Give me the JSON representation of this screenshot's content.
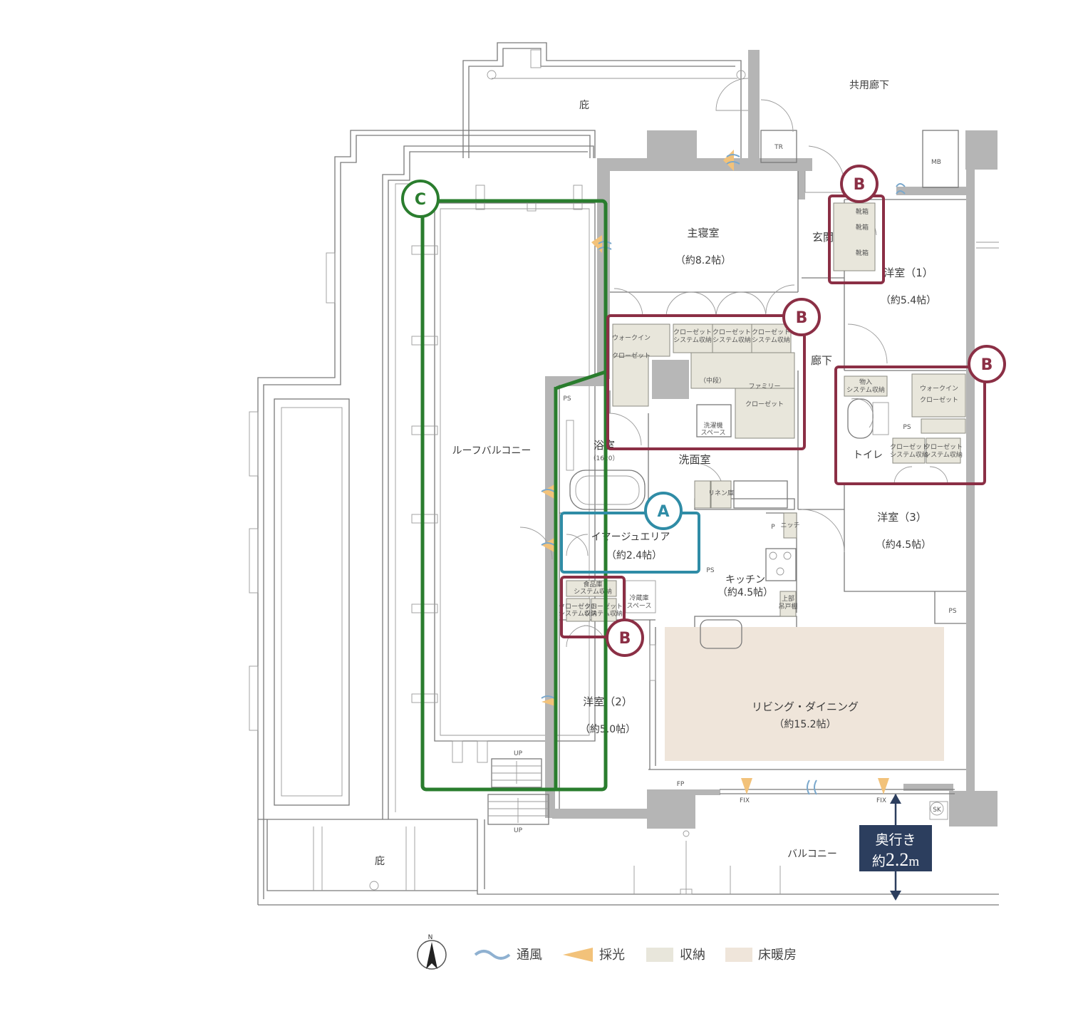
{
  "rooms": {
    "hisashi_top": "庇",
    "corridor_common": "共用廊下",
    "master_bedroom": "主寝室",
    "master_bedroom_size": "（約8.2帖）",
    "entrance": "玄関",
    "western1": "洋室（1）",
    "western1_size": "（約5.4帖）",
    "hallway": "廊下",
    "walkin1": "ウォークイン",
    "walkin1b": "クローゼット",
    "closet_sys": "クローゼット",
    "closet_sys_b": "システム収納",
    "chudan": "（中段）",
    "family": "ファミリー",
    "family_b": "クローゼット",
    "washer": "洗濯機",
    "washer_b": "スペース",
    "roof_balcony": "ルーフバルコニー",
    "bath": "浴室",
    "bath_size": "（1620）",
    "washroom": "洗面室",
    "linen": "リネン庫",
    "image_area": "イマージュエリア",
    "image_area_size": "（約2.4帖）",
    "kitchen": "キッチン",
    "kitchen_size": "（約4.5帖）",
    "pantry": "食品庫",
    "pantry_b": "システム収納",
    "fridge": "冷蔵庫",
    "fridge_b": "スペース",
    "western2": "洋室（2）",
    "western2_size": "（約5.0帖）",
    "living": "リビング・ダイニング",
    "living_size": "（約15.2帖）",
    "western3": "洋室（3）",
    "western3_size": "（約4.5帖）",
    "monoire": "物入",
    "monoire_b": "システム収納",
    "walkin2": "ウォークイン",
    "walkin2b": "クローゼット",
    "toilet": "トイレ",
    "balcony": "バルコニー",
    "hisashi_bottom": "庇",
    "niche": "ニッチ",
    "upper_cab": "上部",
    "upper_cab_b": "吊戸棚",
    "shoe": "靴箱"
  },
  "labels": {
    "tr": "TR",
    "mb": "MB",
    "ps": "PS",
    "fp": "FP",
    "sk": "SK",
    "p": "P",
    "fix": "FIX",
    "up": "UP"
  },
  "badges": {
    "a": "A",
    "b": "B",
    "c": "C"
  },
  "depth": {
    "line1": "奥行き",
    "prefix": "約",
    "value": "2.2",
    "unit": "m"
  },
  "legend": {
    "ventilation": "通風",
    "daylight": "採光",
    "storage": "収納",
    "floor_heating": "床暖房",
    "north": "N"
  },
  "colors": {
    "badge_a": "#2f8ca6",
    "badge_b": "#8b2f45",
    "badge_c": "#2a7d2e",
    "storage": "#e8e6db",
    "floor_heating": "#efe5da",
    "depth_box": "#2c3e5e"
  }
}
